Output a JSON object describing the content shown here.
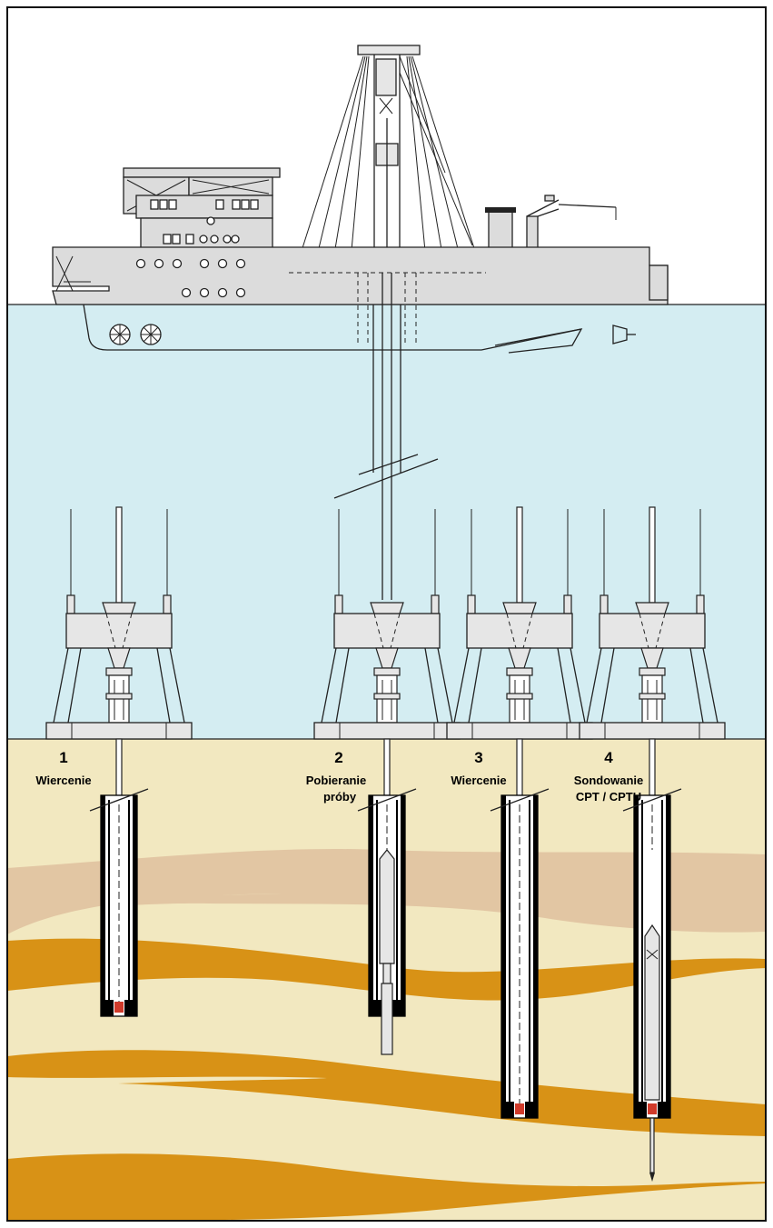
{
  "colors": {
    "sky": "#ffffff",
    "water": "#d4edf2",
    "seabed_base": "#f2e8c0",
    "layer_light_brown": "#e2c6a3",
    "layer_orange": "#d89216",
    "ship": "#dcdcdc",
    "steel": "#000000"
  },
  "stations": [
    {
      "number": "1",
      "label_lines": [
        "Wiercenie"
      ]
    },
    {
      "number": "2",
      "label_lines": [
        "Pobieranie",
        "próby"
      ]
    },
    {
      "number": "3",
      "label_lines": [
        "Wiercenie"
      ]
    },
    {
      "number": "4",
      "label_lines": [
        "Sondowanie",
        "CPT / CPTU"
      ]
    }
  ]
}
